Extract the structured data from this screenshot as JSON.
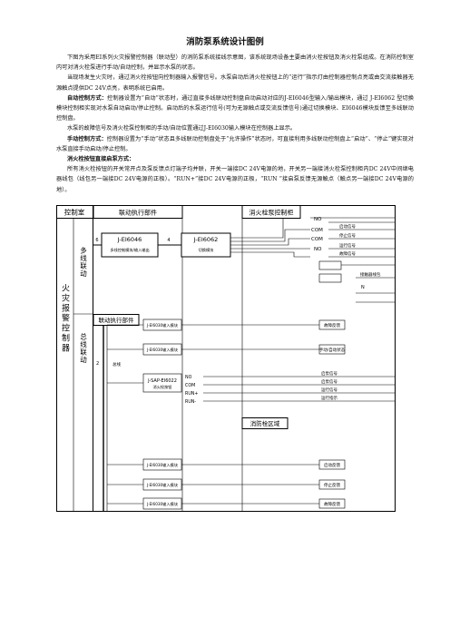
{
  "title": "消防泵系统设计图例",
  "paragraphs": [
    {
      "text": "下图为采用EI系列火灾报警控制器（联动型）的消防泵系统接线示意图，该系统现场设备主要由消火栓按钮及消火栓泵组成。在消防控制室内可对消火栓泵进行手动/自动控制，并显示水泵的状态。",
      "bold_lead": "",
      "style": "normal"
    },
    {
      "text": "当现场发生火灾时，通过消火栓按钮向控制器输入报警信号。水泵启动后消火栓按钮上的“运行”指示灯由控制器控制点亮或由交流接触器无源触点提供DC 24V点亮，表明系统已启用。",
      "bold_lead": "",
      "style": "normal"
    },
    {
      "text": "控制器设置为“自动”状态时，通过直接多线联动控制盘自动启动对应的J-EI6046型输入/输出模块，通过 J-EI6062 型切换模块控制柜实现对水泵自动启动/停止控制。启动后的水泵运行信号(可为无源触点或交流反馈信号)通过切换模块、EI6046模块反馈至多线联动控制盘。",
      "bold_lead": "自动控制方式：",
      "style": "normal"
    },
    {
      "text": "水泵的故障信号及消火栓泵控制柜的手动/自动位置通过J-EI6030输入模块在控制器上显示。",
      "bold_lead": "",
      "style": "normal"
    },
    {
      "text": "控制器设置为“手动”状态且多线联动控制盘处于“允许操作”状态时，可直接利用多线联动控制盘上“启动”、“停止”键实现对水泵直接手动启动/停止控制。",
      "bold_lead": "手动控制方式：",
      "style": "normal"
    },
    {
      "text": "消火栓按钮直接启泵方式：",
      "bold_lead": "",
      "style": "heading"
    },
    {
      "text": "所有消火栓按钮的开关常开点及泵反馈点灯端子均并联，开关一端接DC 24V电源的地，开关另一端接消火栓泵控制柜内DC 24V中间继电器线包（线包另一端接DC 24V电源的正极）。“RUN+”接DC 24V电源的正极，“RUN ”接启泵反馈无源触点（触点另一端接DC 24V电源的地）。",
      "bold_lead": "",
      "style": "normal"
    }
  ],
  "diagram": {
    "control_room_label": "控制室",
    "alarm_controller_label": "火灾报警控制器",
    "multiline_label": "多线联动",
    "bus_label": "总线联动",
    "linkage_unit_label": "联动执行部件",
    "pump_cabinet_label": "消火栓泵控制柜",
    "fire_area_label": "消防栓区域",
    "module_6046": "J-EI6046",
    "module_6046_sub": "多线控制模块/输入输出",
    "module_6062": "J-EI6062",
    "module_6062_sub": "切换模块",
    "wire_count_left": "6",
    "wire_count_mid": "4",
    "bus_wire_count": "2",
    "bus_text": "总线",
    "io_module_label": "J-EI6030输入模块",
    "button_label": "J-SAP-EI6022",
    "button_sub": "消火栓按钮",
    "terminals": [
      "NO",
      "COM",
      "RUN+",
      "RUN-"
    ],
    "cabinet_terminals": [
      "NO",
      "COM",
      "COM",
      "NO"
    ],
    "cabinet_signals": [
      "启动信号",
      "停止信号",
      "运行信号",
      "故障信号",
      "接触器线包"
    ],
    "n_label": "N",
    "cabinet_box_labels": [
      "故障反馈",
      "手动/自动状态"
    ],
    "dc_labels": [
      "启泵信号",
      "启泵信号",
      "运行信号",
      "运行指示"
    ],
    "fire_area_boxes": [
      "启动反馈",
      "停止反馈",
      "故障反馈"
    ]
  }
}
